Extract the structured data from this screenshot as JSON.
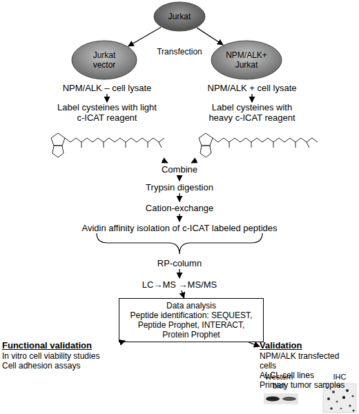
{
  "diagram": {
    "nodes": [
      {
        "text": [
          "Jurkat"
        ]
      },
      {
        "text": [
          "Jurkat vector"
        ]
      },
      {
        "text": [
          "NPM/ALK+ Jurkat"
        ]
      },
      {
        "text": [
          "NPM/ALK – cell lysate"
        ]
      },
      {
        "text": [
          "NPM/ALK + cell lysate"
        ]
      },
      {
        "text": [
          "Label cysteines with light c-ICAT reagent"
        ]
      },
      {
        "text": [
          "Label cysteines with heavy c-ICAT reagent"
        ]
      },
      {
        "text": [
          "Combine"
        ]
      },
      {
        "text": [
          "Trypsin digestion"
        ]
      },
      {
        "text": [
          "Cation-exchange"
        ]
      },
      {
        "text": [
          "Avidin affinity isolation of c-ICAT labeled peptides"
        ]
      },
      {
        "text": [
          "RP-column"
        ]
      },
      {
        "text": [
          "LC→MS →MS/MS"
        ]
      },
      {
        "text": [
          "Data analysis",
          "Peptide identification: SEQUEST, Peptide Prophet, INTERACT, Protein Prophet"
        ]
      },
      {
        "text": [
          "Functional validation",
          "In vitro cell viability studies",
          "Cell adhesion assays"
        ]
      },
      {
        "text": [
          "Validation",
          "NPM/ALK transfected cells",
          "ALCL cell lines",
          "Primary tumor samples"
        ]
      }
    ],
    "edges": [
      {
        "from": 0,
        "to": 1,
        "arrow": "to"
      },
      {
        "from": 0,
        "to": 2,
        "arrow": "to"
      },
      {
        "from": 3,
        "to": 5,
        "arrow": "to"
      },
      {
        "from": 4,
        "to": 6,
        "arrow": "to"
      },
      {
        "from": 5,
        "to": 7,
        "arrow": "to"
      },
      {
        "from": 6,
        "to": 7,
        "arrow": "to"
      },
      {
        "from": 7,
        "to": 8,
        "arrow": "to"
      },
      {
        "from": 8,
        "to": 9,
        "arrow": "to"
      },
      {
        "from": 9,
        "to": 10,
        "arrow": "to"
      },
      {
        "from": 11,
        "to": 12,
        "arrow": "to"
      },
      {
        "from": 12,
        "to": 13,
        "arrow": "to"
      },
      {
        "from": 13,
        "to": 14,
        "arrow": "to"
      },
      {
        "from": 13,
        "to": 15,
        "arrow": "to"
      }
    ],
    "labels": [
      "Transfection",
      "Western blot",
      "IHC"
    ]
  }
}
